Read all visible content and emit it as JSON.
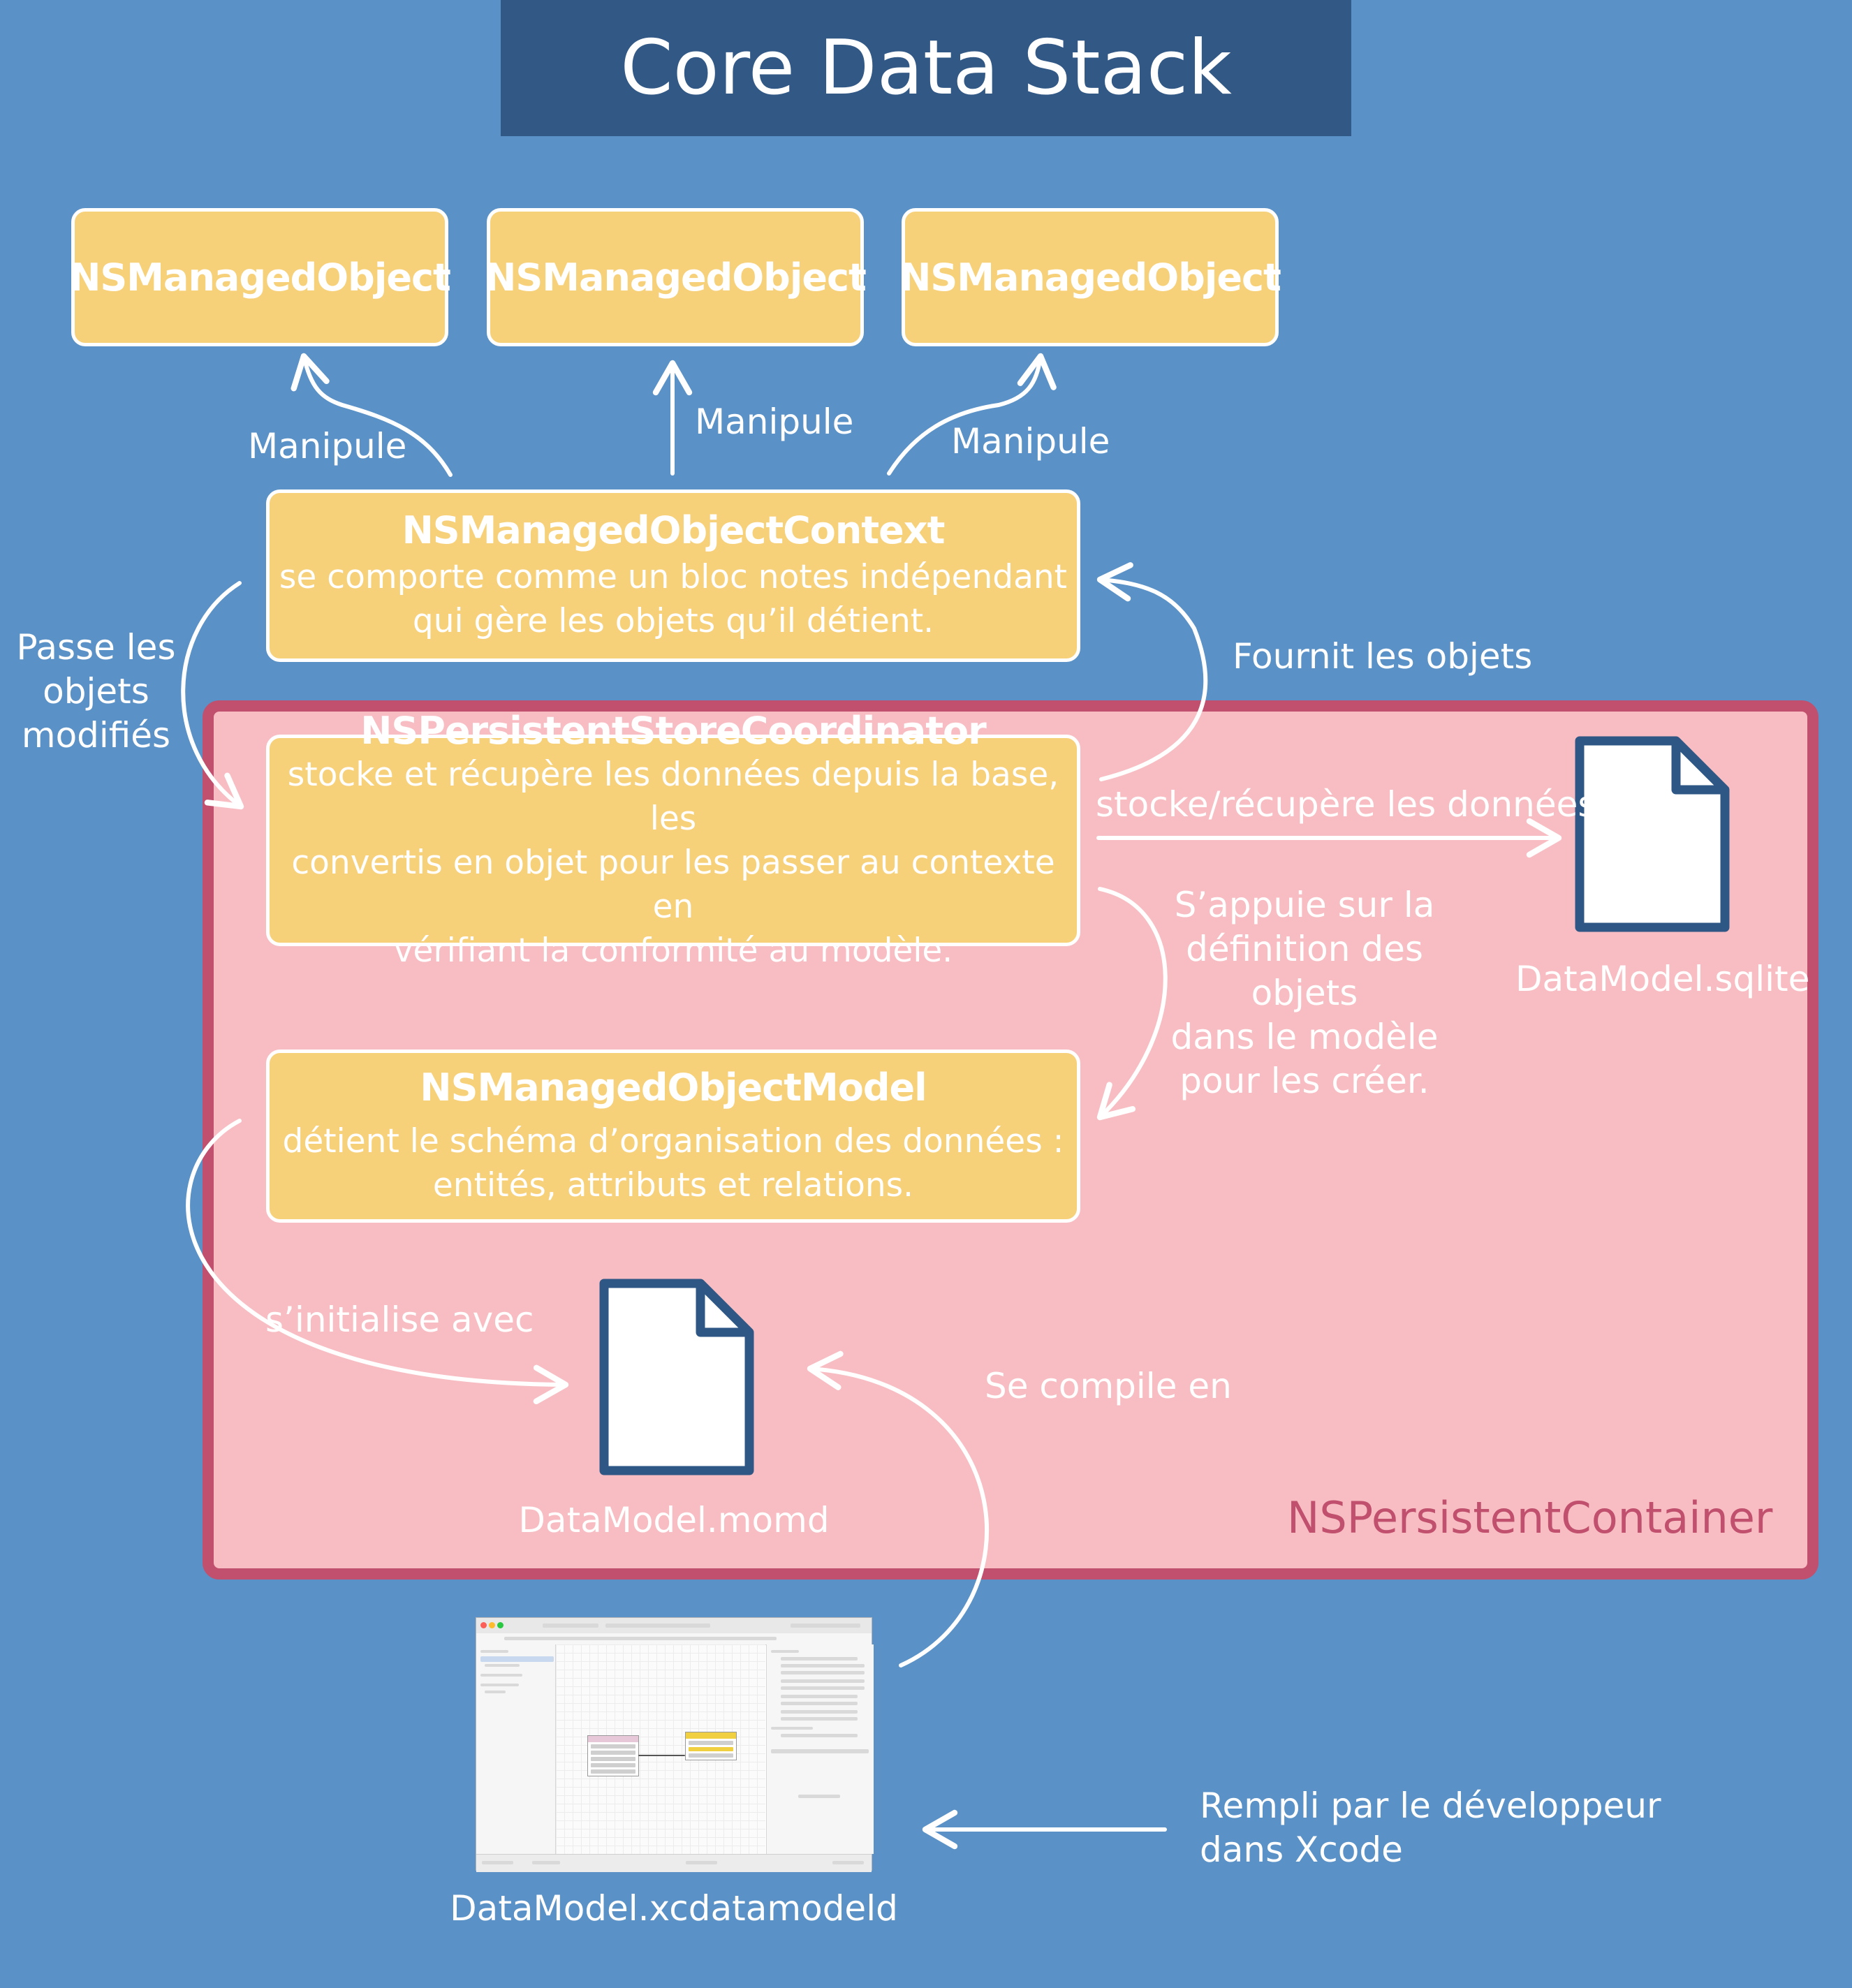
{
  "title": "Core Data Stack",
  "managed_objects": [
    "NSManagedObject",
    "NSManagedObject",
    "NSManagedObject"
  ],
  "manipule_labels": [
    "Manipule",
    "Manipule",
    "Manipule"
  ],
  "context": {
    "name": "NSManagedObjectContext",
    "description_lines": [
      "se comporte comme un bloc notes indépendant",
      "qui gère les objets qu’il détient."
    ]
  },
  "coordinator": {
    "name": "NSPersistentStoreCoordinator",
    "description_lines": [
      "stocke et récupère les données depuis la base, les",
      "convertis en objet pour les passer au contexte en",
      "vérifiant la conformité au modèle."
    ]
  },
  "model": {
    "name": "NSManagedObjectModel",
    "description_lines": [
      "détient le schéma d’organisation des données :",
      "entités, attributs et relations."
    ]
  },
  "container_name": "NSPersistentContainer",
  "edge_labels": {
    "passe_les_objets": [
      "Passe les",
      "objets",
      "modifiés"
    ],
    "fournit_les_objets": "Fournit les objets",
    "stocke_recupere": "stocke/récupère les données",
    "s_appuie": [
      "S’appuie sur la",
      "définition des",
      "objets",
      "dans le modèle",
      "pour les créer."
    ],
    "s_initialise": "s’initialise avec",
    "se_compile": "Se compile en",
    "rempli_par": [
      "Rempli par le développeur",
      "dans Xcode"
    ]
  },
  "files": {
    "sqlite": "DataModel.sqlite",
    "momd": "DataModel.momd",
    "xcdatamodeld": "DataModel.xcdatamodeld"
  },
  "colors": {
    "background": "#5a91c7",
    "title_bar": "#325886",
    "box_fill": "#f7d07a",
    "container_fill": "#f8bdc2",
    "container_border": "#c0506e",
    "doc_icon": "#2f5786"
  },
  "xcode_thumbnail": {
    "entities": [
      "Spending",
      "Person"
    ]
  }
}
